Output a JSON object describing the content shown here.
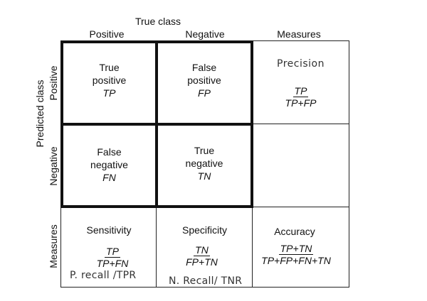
{
  "headers": {
    "true_class": "True class",
    "col_positive": "Positive",
    "col_negative": "Negative",
    "col_measures": "Measures",
    "predicted_class": "Predicted class",
    "row_positive": "Positive",
    "row_negative": "Negative",
    "row_measures": "Measures"
  },
  "cells": {
    "tp": {
      "line1": "True",
      "line2": "positive",
      "abbr": "TP"
    },
    "fp": {
      "line1": "False",
      "line2": "positive",
      "abbr": "FP"
    },
    "fn": {
      "line1": "False",
      "line2": "negative",
      "abbr": "FN"
    },
    "tn": {
      "line1": "True",
      "line2": "negative",
      "abbr": "TN"
    }
  },
  "measures": {
    "precision": {
      "label": "Precision",
      "num": "TP",
      "den": "TP+FP"
    },
    "sensitivity": {
      "label": "Sensitivity",
      "num": "TP",
      "den": "TP+FN",
      "note": "P. recall /TPR"
    },
    "specificity": {
      "label": "Specificity",
      "num": "TN",
      "den": "FP+TN",
      "note": "N. Recall/ TNR"
    },
    "accuracy": {
      "label": "Accuracy",
      "num": "TP+TN",
      "den": "TP+FP+FN+TN"
    }
  }
}
